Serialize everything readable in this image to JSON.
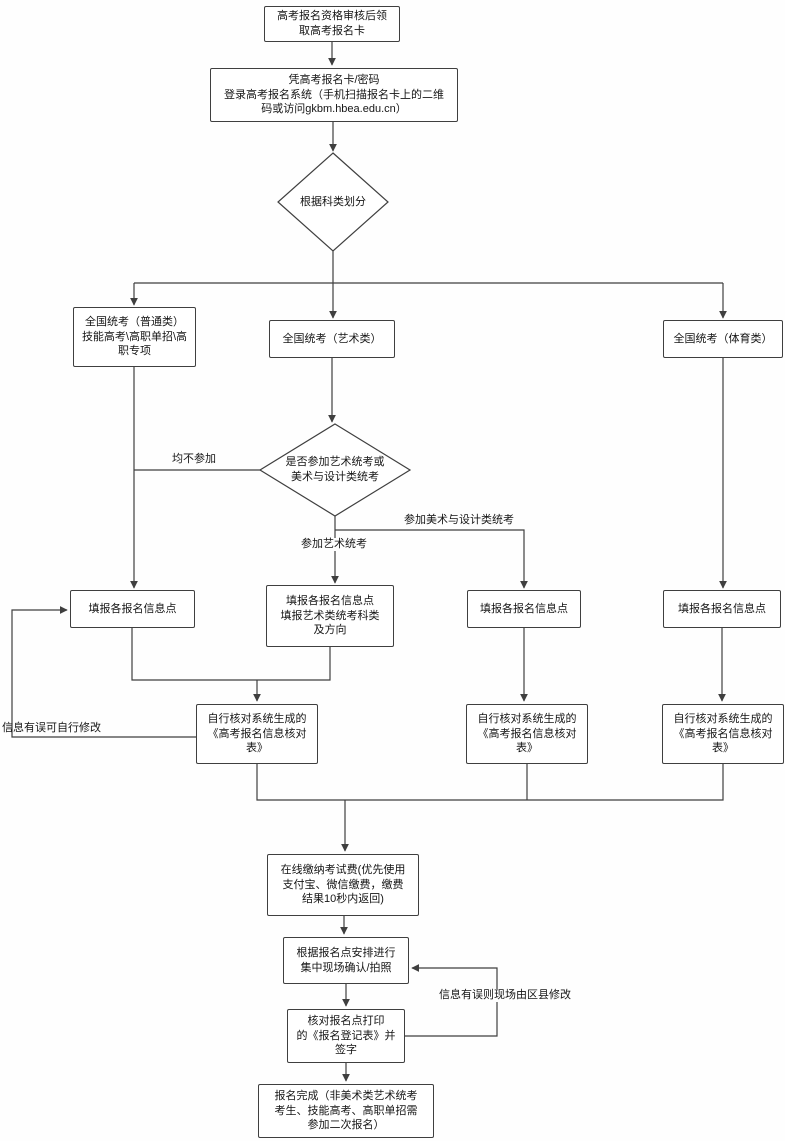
{
  "diagram": {
    "nodes": {
      "receive_card": "高考报名资格审核后领\n取高考报名卡",
      "login": "凭高考报名卡/密码\n登录高考报名系统（手机扫描报名卡上的二维\n码或访问gkbm.hbea.edu.cn）",
      "category_decision": "根据科类划分",
      "general": "全国统考（普通类）\n技能高考\\高职单招\\高\n职专项",
      "art": "全国统考（艺术类）",
      "pe": "全国统考（体育类）",
      "art_exam_decision": "是否参加艺术统考或\n美术与设计类统考",
      "fill_left": "填报各报名信息点",
      "fill_art": "填报各报名信息点\n填报艺术类统考科类\n及方向",
      "fill_design": "填报各报名信息点",
      "fill_pe": "填报各报名信息点",
      "check_left": "自行核对系统生成的\n《高考报名信息核对\n表》",
      "check_design": "自行核对系统生成的\n《高考报名信息核对\n表》",
      "check_pe": "自行核对系统生成的\n《高考报名信息核对\n表》",
      "pay": "在线缴纳考试费(优先使用\n支付宝、微信缴费，缴费\n结果10秒内返回)",
      "onsite": "根据报名点安排进行\n集中现场确认/拍照",
      "sign": "核对报名点打印\n的《报名登记表》并\n签字",
      "done": "报名完成（非美术类艺术统考\n考生、技能高考、高职单招需\n参加二次报名）"
    },
    "edge_labels": {
      "neither": "均不参加",
      "join_art": "参加艺术统考",
      "join_design": "参加美术与设计类统考",
      "self_fix": "信息有误可自行修改",
      "onsite_fix": "信息有误则现场由区县修改"
    },
    "colors": {
      "line": "#3f3f3f",
      "background": "#fefefe",
      "text": "#151515"
    }
  }
}
